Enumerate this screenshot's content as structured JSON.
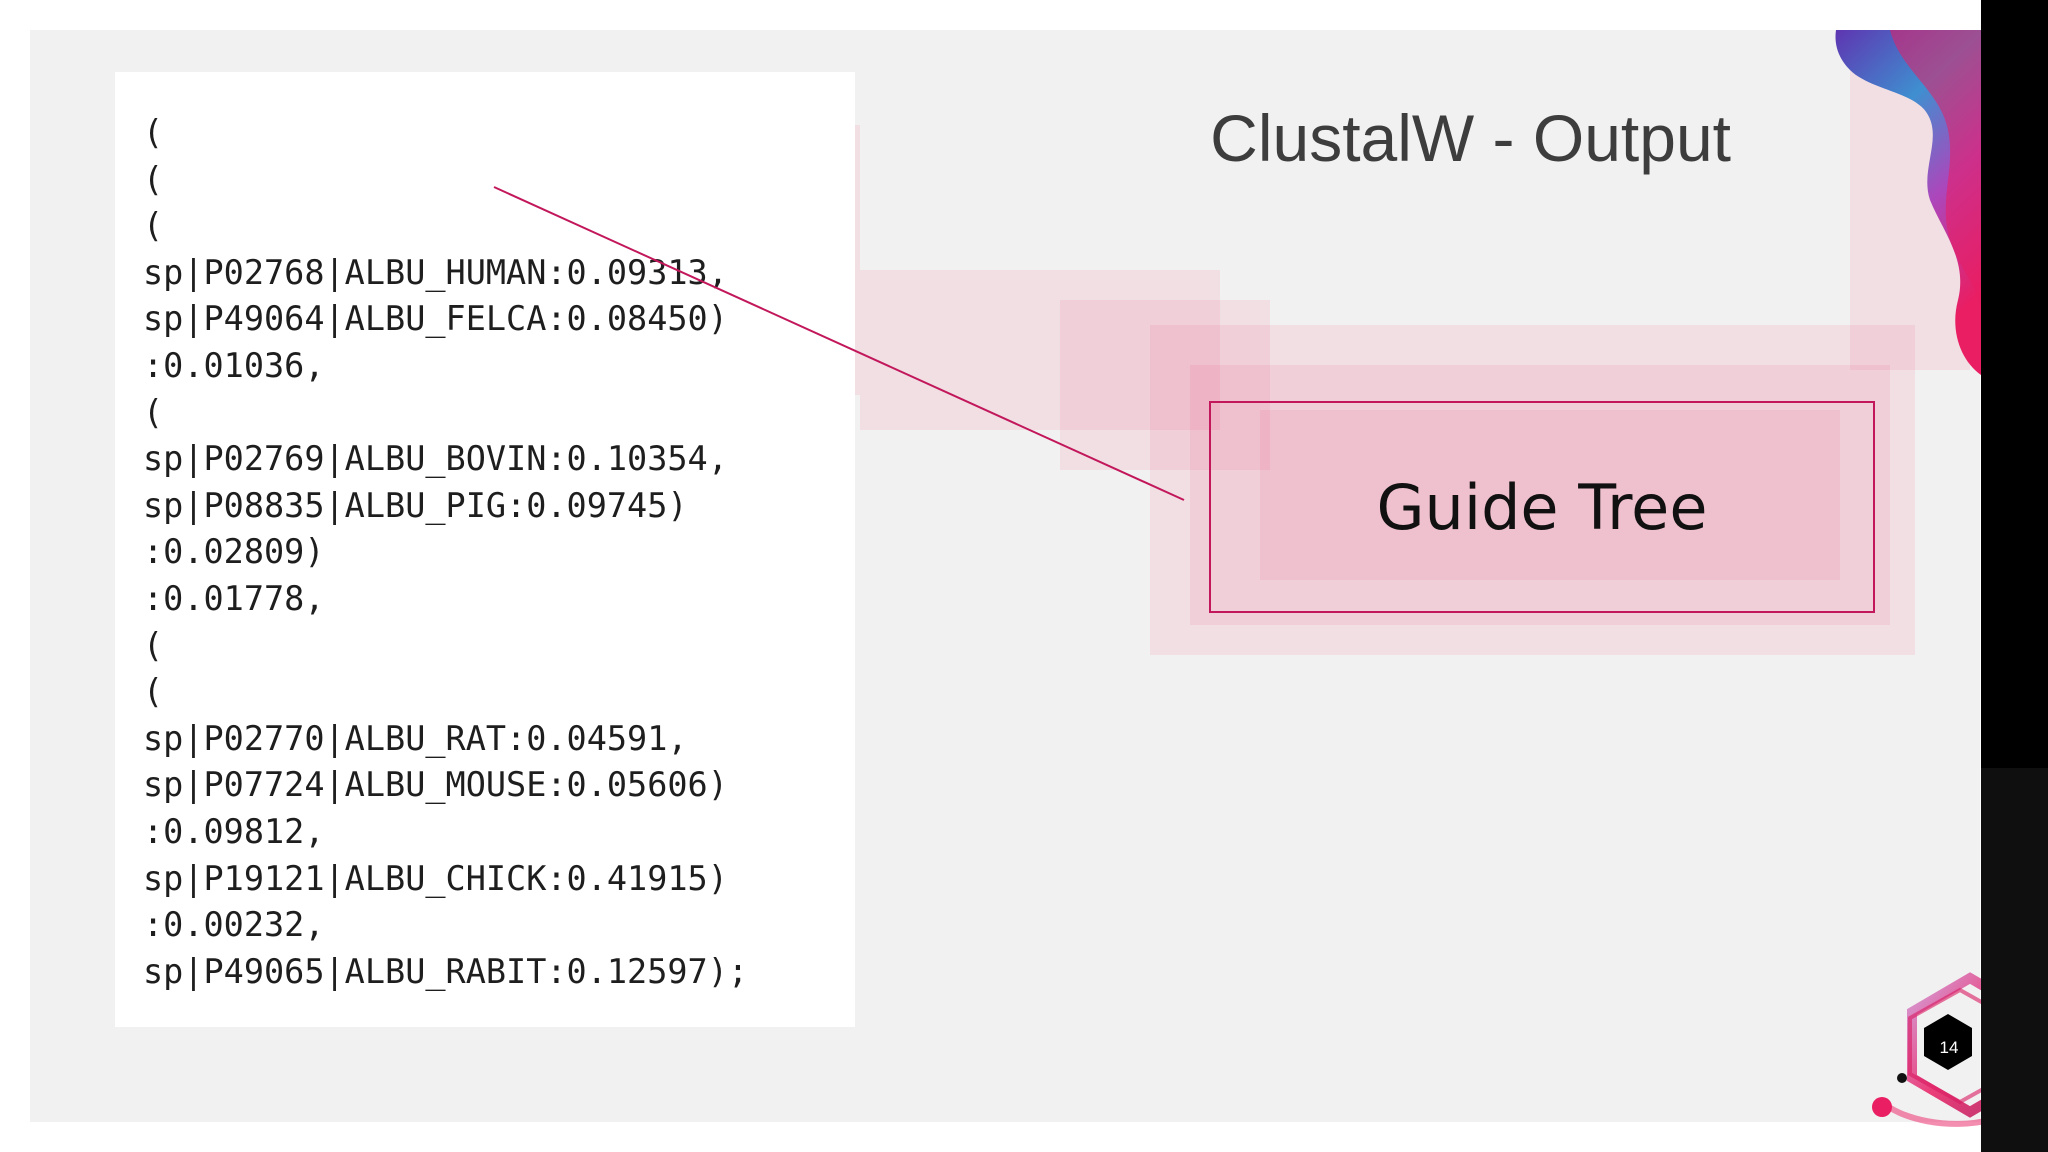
{
  "slide": {
    "title": "ClustalW - Output",
    "callout_label": "Guide Tree",
    "page_number": "14",
    "code_lines": [
      "(",
      "(",
      "(",
      "sp|P02768|ALBU_HUMAN:0.09313,",
      "sp|P49064|ALBU_FELCA:0.08450)",
      ":0.01036,",
      "(",
      "sp|P02769|ALBU_BOVIN:0.10354,",
      "sp|P08835|ALBU_PIG:0.09745)",
      ":0.02809)",
      ":0.01778,",
      "(",
      "(",
      "sp|P02770|ALBU_RAT:0.04591,",
      "sp|P07724|ALBU_MOUSE:0.05606)",
      ":0.09812,",
      "sp|P19121|ALBU_CHICK:0.41915)",
      ":0.00232,",
      "sp|P49065|ALBU_RABIT:0.12597);"
    ]
  },
  "colors": {
    "accent": "#c2185b",
    "background": "#f2f1f1",
    "title_text": "#3d3d3d"
  },
  "icons": {
    "top_decoration": "gradient-wave-decoration",
    "page_badge": "hexagon-badge-icon"
  }
}
